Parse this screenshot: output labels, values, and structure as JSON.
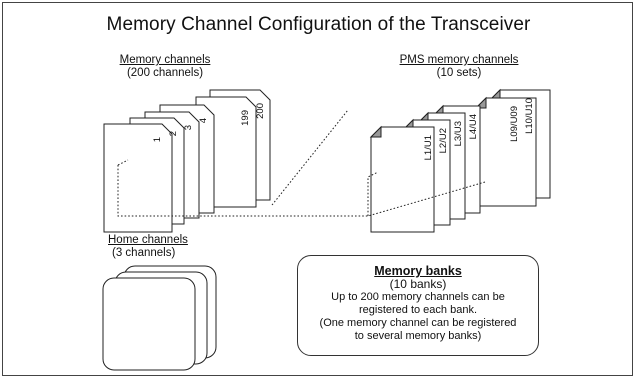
{
  "title": "Memory Channel Configuration of the Transceiver",
  "memory_channels": {
    "heading": "Memory channels",
    "count": "(200 channels)",
    "card_labels": [
      "1",
      "2",
      "3",
      "4",
      "199",
      "200"
    ]
  },
  "pms_channels": {
    "heading": "PMS memory channels",
    "count": "(10 sets)",
    "card_labels": [
      "L1/U1",
      "L2/U2",
      "L3/U3",
      "L4/U4",
      "L09/U09",
      "L10/U10"
    ]
  },
  "home_channels": {
    "heading": "Home channels",
    "count": "(3 channels)"
  },
  "memory_banks": {
    "heading": "Memory banks",
    "count": "(10 banks)",
    "line1": "Up to 200 memory channels can be",
    "line2": "registered to each bank.",
    "line3": "(One memory channel can be registered",
    "line4": "to several memory banks)"
  }
}
